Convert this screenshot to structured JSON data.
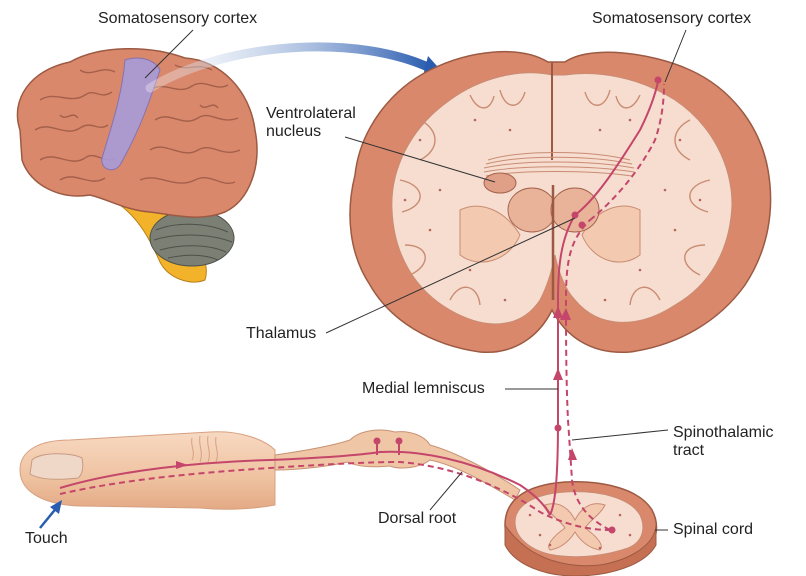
{
  "labels": {
    "somatosensory_cortex_left": "Somatosensory cortex",
    "somatosensory_cortex_right": "Somatosensory cortex",
    "ventrolateral_nucleus": "Ventrolateral\nnucleus",
    "thalamus": "Thalamus",
    "medial_lemniscus": "Medial lemniscus",
    "spinothalamic_tract": "Spinothalamic\ntract",
    "dorsal_root": "Dorsal root",
    "spinal_cord": "Spinal cord",
    "touch": "Touch"
  },
  "colors": {
    "brain_tissue": "#d9886c",
    "brain_light": "#f3c9b0",
    "white_matter": "#f6ddd0",
    "somatosensory_highlight": "#a89bd8",
    "pathway": "#c4466a",
    "arrow_blue": "#2a5cb0",
    "skin": "#f0c7a6",
    "cerebellum": "#7b7f74",
    "brainstem": "#f2b22a"
  }
}
